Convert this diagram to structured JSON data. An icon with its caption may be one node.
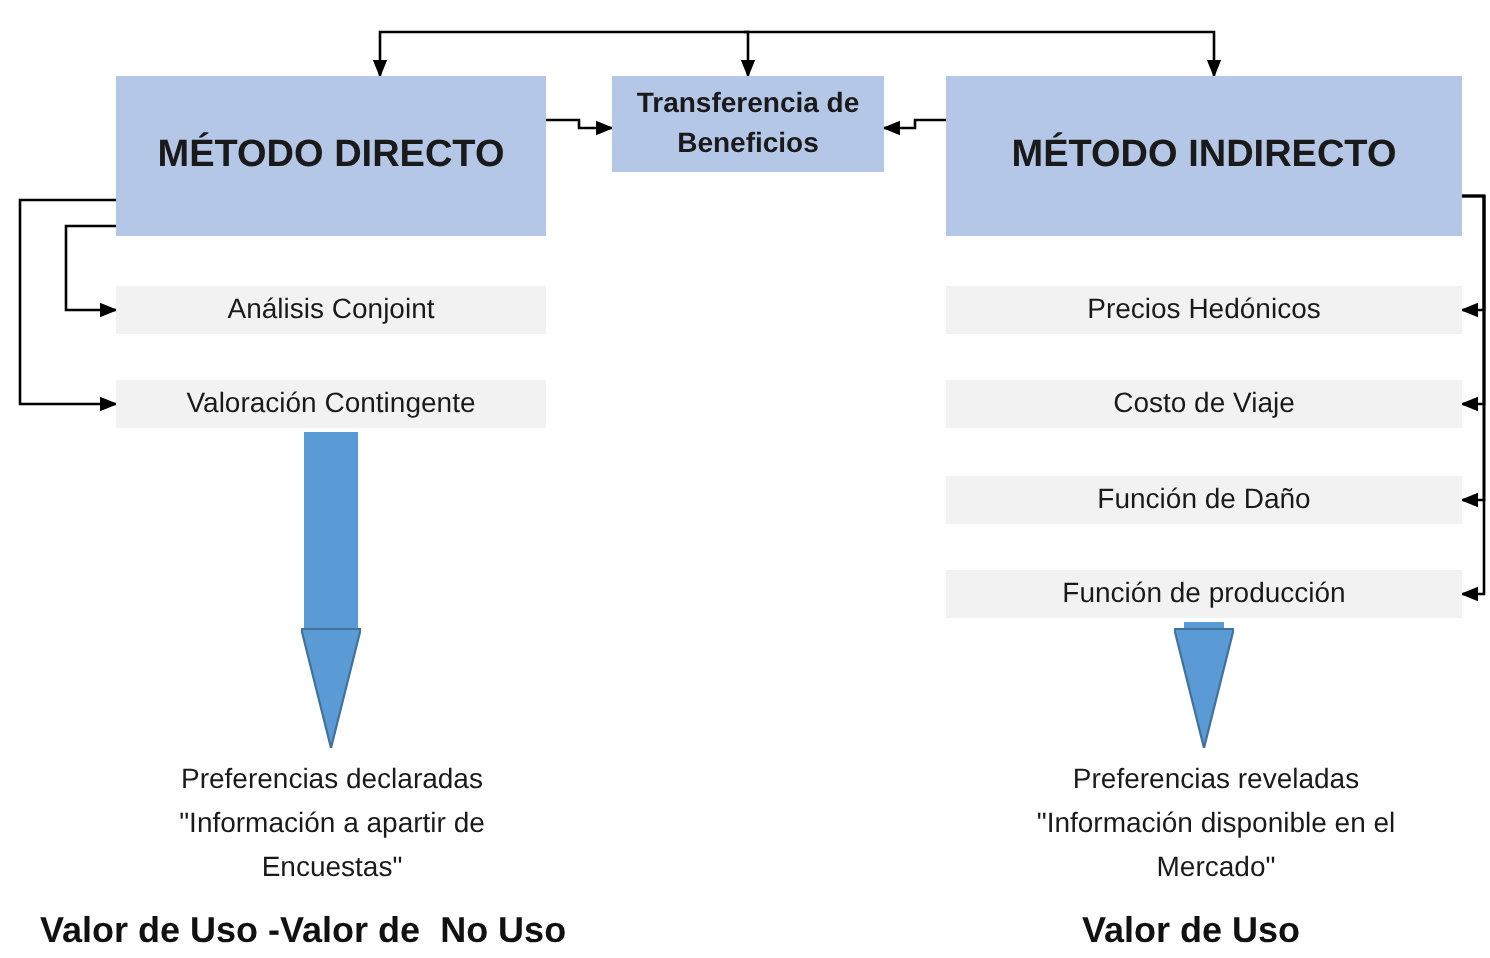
{
  "diagram": {
    "nodes": [
      {
        "text": [
          "MÉTODO DIRECTO"
        ]
      },
      {
        "text": [
          "Transferencia de Beneficios"
        ]
      },
      {
        "text": [
          "MÉTODO INDIRECTO"
        ]
      },
      {
        "text": [
          "Análisis Conjoint"
        ]
      },
      {
        "text": [
          "Valoración Contingente"
        ]
      },
      {
        "text": [
          "Precios Hedónicos"
        ]
      },
      {
        "text": [
          "Costo de Viaje"
        ]
      },
      {
        "text": [
          "Función de Daño"
        ]
      },
      {
        "text": [
          "Función de producción"
        ]
      },
      {
        "text": [
          "Preferencias declaradas \"Información a apartir de Encuestas\""
        ]
      },
      {
        "text": [
          "Preferencias reveladas \"Información disponible en el Mercado\""
        ]
      }
    ],
    "edges": [
      {
        "from": null,
        "to": 0,
        "arrow": "to"
      },
      {
        "from": null,
        "to": 1,
        "arrow": "to"
      },
      {
        "from": null,
        "to": 2,
        "arrow": "to"
      },
      {
        "from": 0,
        "to": 1,
        "arrow": "to"
      },
      {
        "from": 2,
        "to": 1,
        "arrow": "to"
      },
      {
        "from": 0,
        "to": 3,
        "arrow": "to"
      },
      {
        "from": 0,
        "to": 4,
        "arrow": "to"
      },
      {
        "from": 2,
        "to": 5,
        "arrow": "to"
      },
      {
        "from": 2,
        "to": 6,
        "arrow": "to"
      },
      {
        "from": 2,
        "to": 7,
        "arrow": "to"
      },
      {
        "from": 2,
        "to": 8,
        "arrow": "to"
      },
      {
        "from": 4,
        "to": 9,
        "arrow": "to",
        "style": "thick",
        "color": "#5b9bd5"
      },
      {
        "from": 8,
        "to": 10,
        "arrow": "to",
        "style": "thick",
        "color": "#5b9bd5"
      }
    ],
    "labels": [
      "Valor de Uso -Valor de  No Uso",
      "Valor de Uso"
    ]
  }
}
